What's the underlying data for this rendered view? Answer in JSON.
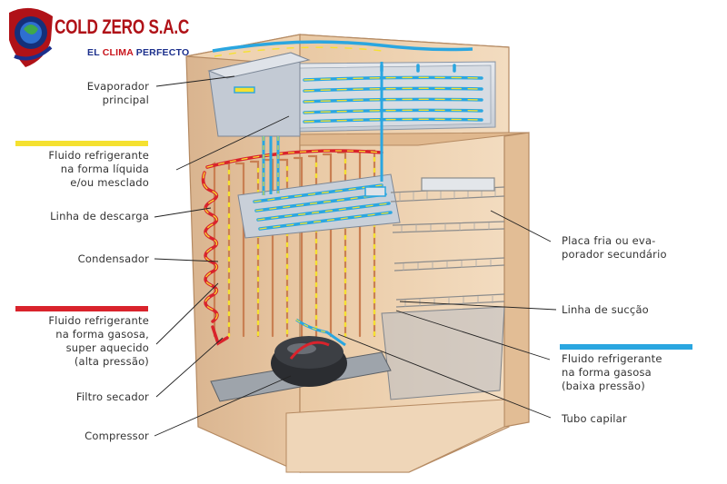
{
  "brand": {
    "title": "COLD ZERO S.A.C",
    "subtitle_prefix": "EL",
    "subtitle_highlight": "CLIMA",
    "subtitle_suffix": "PERFECTO",
    "colors": {
      "title": "#b01218",
      "subtitle": "#1b2f8c",
      "highlight": "#c8141c"
    }
  },
  "labels": {
    "evaporador_principal": [
      "Evaporador",
      "principal"
    ],
    "fluido_liquida": [
      "Fluido refrigerante",
      "na forma líquida",
      "e/ou mesclado"
    ],
    "linha_descarga": "Linha de descarga",
    "condensador": "Condensador",
    "fluido_gasosa_quente": [
      "Fluido refrigerante",
      "na forma gasosa,",
      "super aquecido",
      "(alta pressão)"
    ],
    "filtro_secador": "Filtro secador",
    "compressor": "Compressor",
    "placa_fria": [
      "Placa fria ou eva-",
      "porador secundário"
    ],
    "linha_succao": "Linha de sucção",
    "fluido_gasosa_fria": [
      "Fluido refrigerante",
      "na forma gasosa",
      "(baixa pressão)"
    ],
    "tubo_capilar": "Tubo capilar"
  },
  "legend_colors": {
    "liquid": "#f5e130",
    "hot_gas": "#d9232c",
    "cold_gas": "#2aa6e0"
  }
}
